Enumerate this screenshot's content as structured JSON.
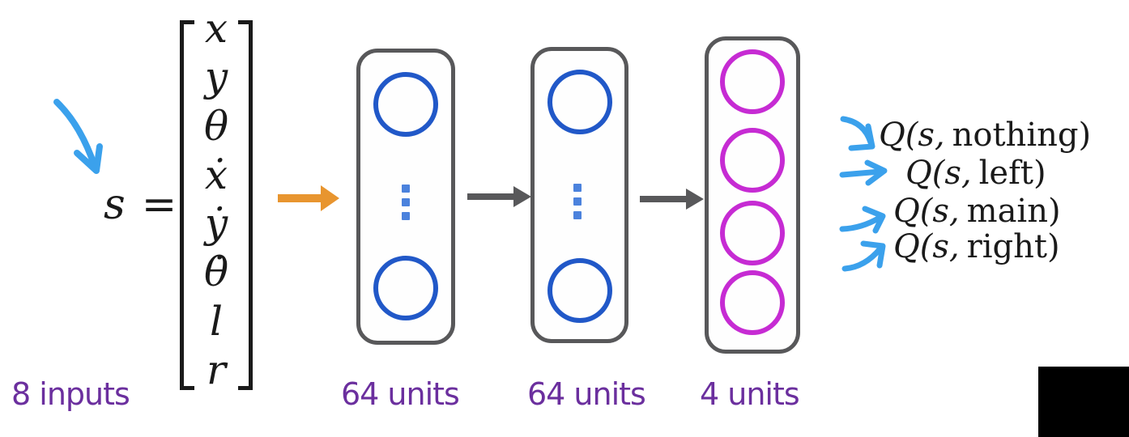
{
  "colors": {
    "background": "#FFFFFF",
    "annotation_blue": "#3BA1EC",
    "neuron_blue": "#2158C8",
    "ellipsis_blue": "#4B82DD",
    "neuron_magenta": "#C62BD3",
    "arrow_orange": "#E8952F",
    "arrow_gray": "#58585A",
    "label_purple": "#6B2F9E",
    "math_ink": "#1A1A1A",
    "overlay_black": "#000000"
  },
  "state_equation": {
    "symbol": "s",
    "equals": "=",
    "vector": [
      "x",
      "y",
      "θ",
      "ẋ",
      "ẏ",
      "θ̇",
      "l",
      "r"
    ]
  },
  "input_label": "8 inputs",
  "network": {
    "layers": [
      {
        "label": "64 units"
      },
      {
        "label": "64 units"
      },
      {
        "label": "4 units"
      }
    ]
  },
  "outputs": [
    {
      "q_prefix": "Q(s,",
      "action": "nothing)"
    },
    {
      "q_prefix": "Q(s,",
      "action": "left)"
    },
    {
      "q_prefix": "Q(s,",
      "action": "main)"
    },
    {
      "q_prefix": "Q(s,",
      "action": "right)"
    }
  ]
}
